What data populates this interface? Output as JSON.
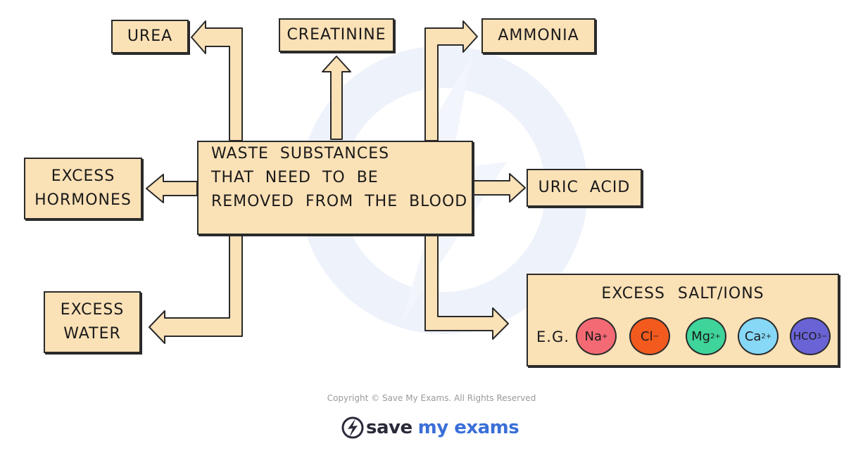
{
  "center": {
    "lines": [
      "WASTE SUBSTANCES",
      "THAT NEED TO BE",
      "REMOVED FROM THE BLOOD"
    ]
  },
  "outputs": {
    "urea": "UREA",
    "creatinine": "CREATININE",
    "ammonia": "AMMONIA",
    "uric_acid": "URIC ACID",
    "hormones": [
      "EXCESS",
      "HORMONES"
    ],
    "water": [
      "EXCESS",
      "WATER"
    ]
  },
  "salts": {
    "title": "EXCESS SALT/IONS",
    "eg": "E.G.",
    "ions": [
      {
        "symbol": "Na",
        "charge": "+",
        "color": "#f36a74"
      },
      {
        "symbol": "Cl",
        "charge": "−",
        "color": "#f35a1e"
      },
      {
        "symbol": "Mg",
        "charge": "2+",
        "color": "#3fd49a"
      },
      {
        "symbol": "Ca",
        "charge": "2+",
        "color": "#86d8f6"
      },
      {
        "symbol": "HCO",
        "charge": "3−",
        "color": "#6a63d6"
      }
    ]
  },
  "footer": {
    "copyright": "Copyright © Save My Exams. All Rights Reserved",
    "logo_word1": "save",
    "logo_word2": "my exams"
  },
  "colors": {
    "box_fill": "#fbe1b6",
    "outline": "#2a2a2a",
    "brand_blue": "#3a6fd8"
  }
}
